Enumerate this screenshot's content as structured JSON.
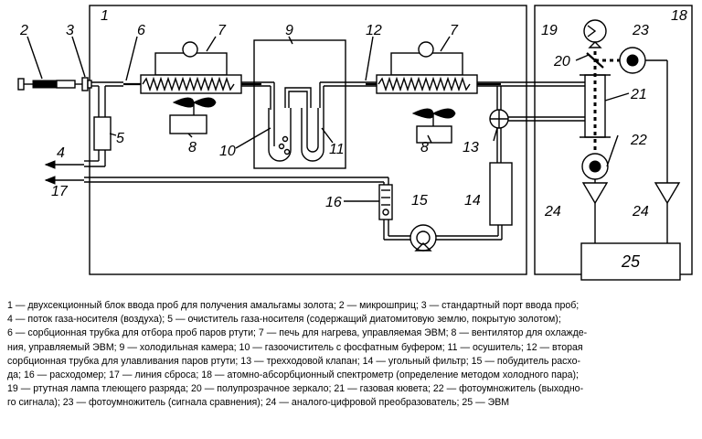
{
  "labels": {
    "n1": "1",
    "n2": "2",
    "n3": "3",
    "n4": "4",
    "n5": "5",
    "n6": "6",
    "n7": "7",
    "n8": "8",
    "n9": "9",
    "n10": "10",
    "n11": "11",
    "n12": "12",
    "n13": "13",
    "n14": "14",
    "n15": "15",
    "n16": "16",
    "n17": "17",
    "n18": "18",
    "n19": "19",
    "n20": "20",
    "n21": "21",
    "n22": "22",
    "n23": "23",
    "n24": "24",
    "n25": "25"
  },
  "caption": {
    "lines": [
      "1 — двухсекционный блок ввода проб для получения амальгамы золота; 2 — микрошприц; 3 — стандартный порт ввода проб;",
      "4 — поток газа-носителя (воздуха); 5 — очиститель газа-носителя (содержащий диатомитовую землю, покрытую золотом);",
      "6 — сорбционная трубка для отбора проб паров ртути; 7 — печь для нагрева, управляемая ЭВМ; 8 — вентилятор для охлажде-",
      "ния, управляемый ЭВМ; 9 — холодильная камера; 10 — газоочиститель с фосфатным буфером; 11 — осушитель; 12 — вторая",
      "сорбционная трубка для улавливания паров ртути; 13 — трехходовой клапан; 14 — угольный фильтр; 15 — побудитель расхо-",
      "да; 16 — расходомер; 17 — линия сброса; 18 — атомно-абсорбционный спектрометр (определение методом холодного пара);",
      "19 — ртутная лампа тлеющего разряда; 20 — полупрозрачное зеркало; 21 — газовая кювета; 22 — фотоумножитель (выходно-",
      "го сигнала); 23 — фотоумножитель (сигнала сравнения); 24 — аналого-цифровой преобразователь; 25 — ЭВМ"
    ]
  }
}
